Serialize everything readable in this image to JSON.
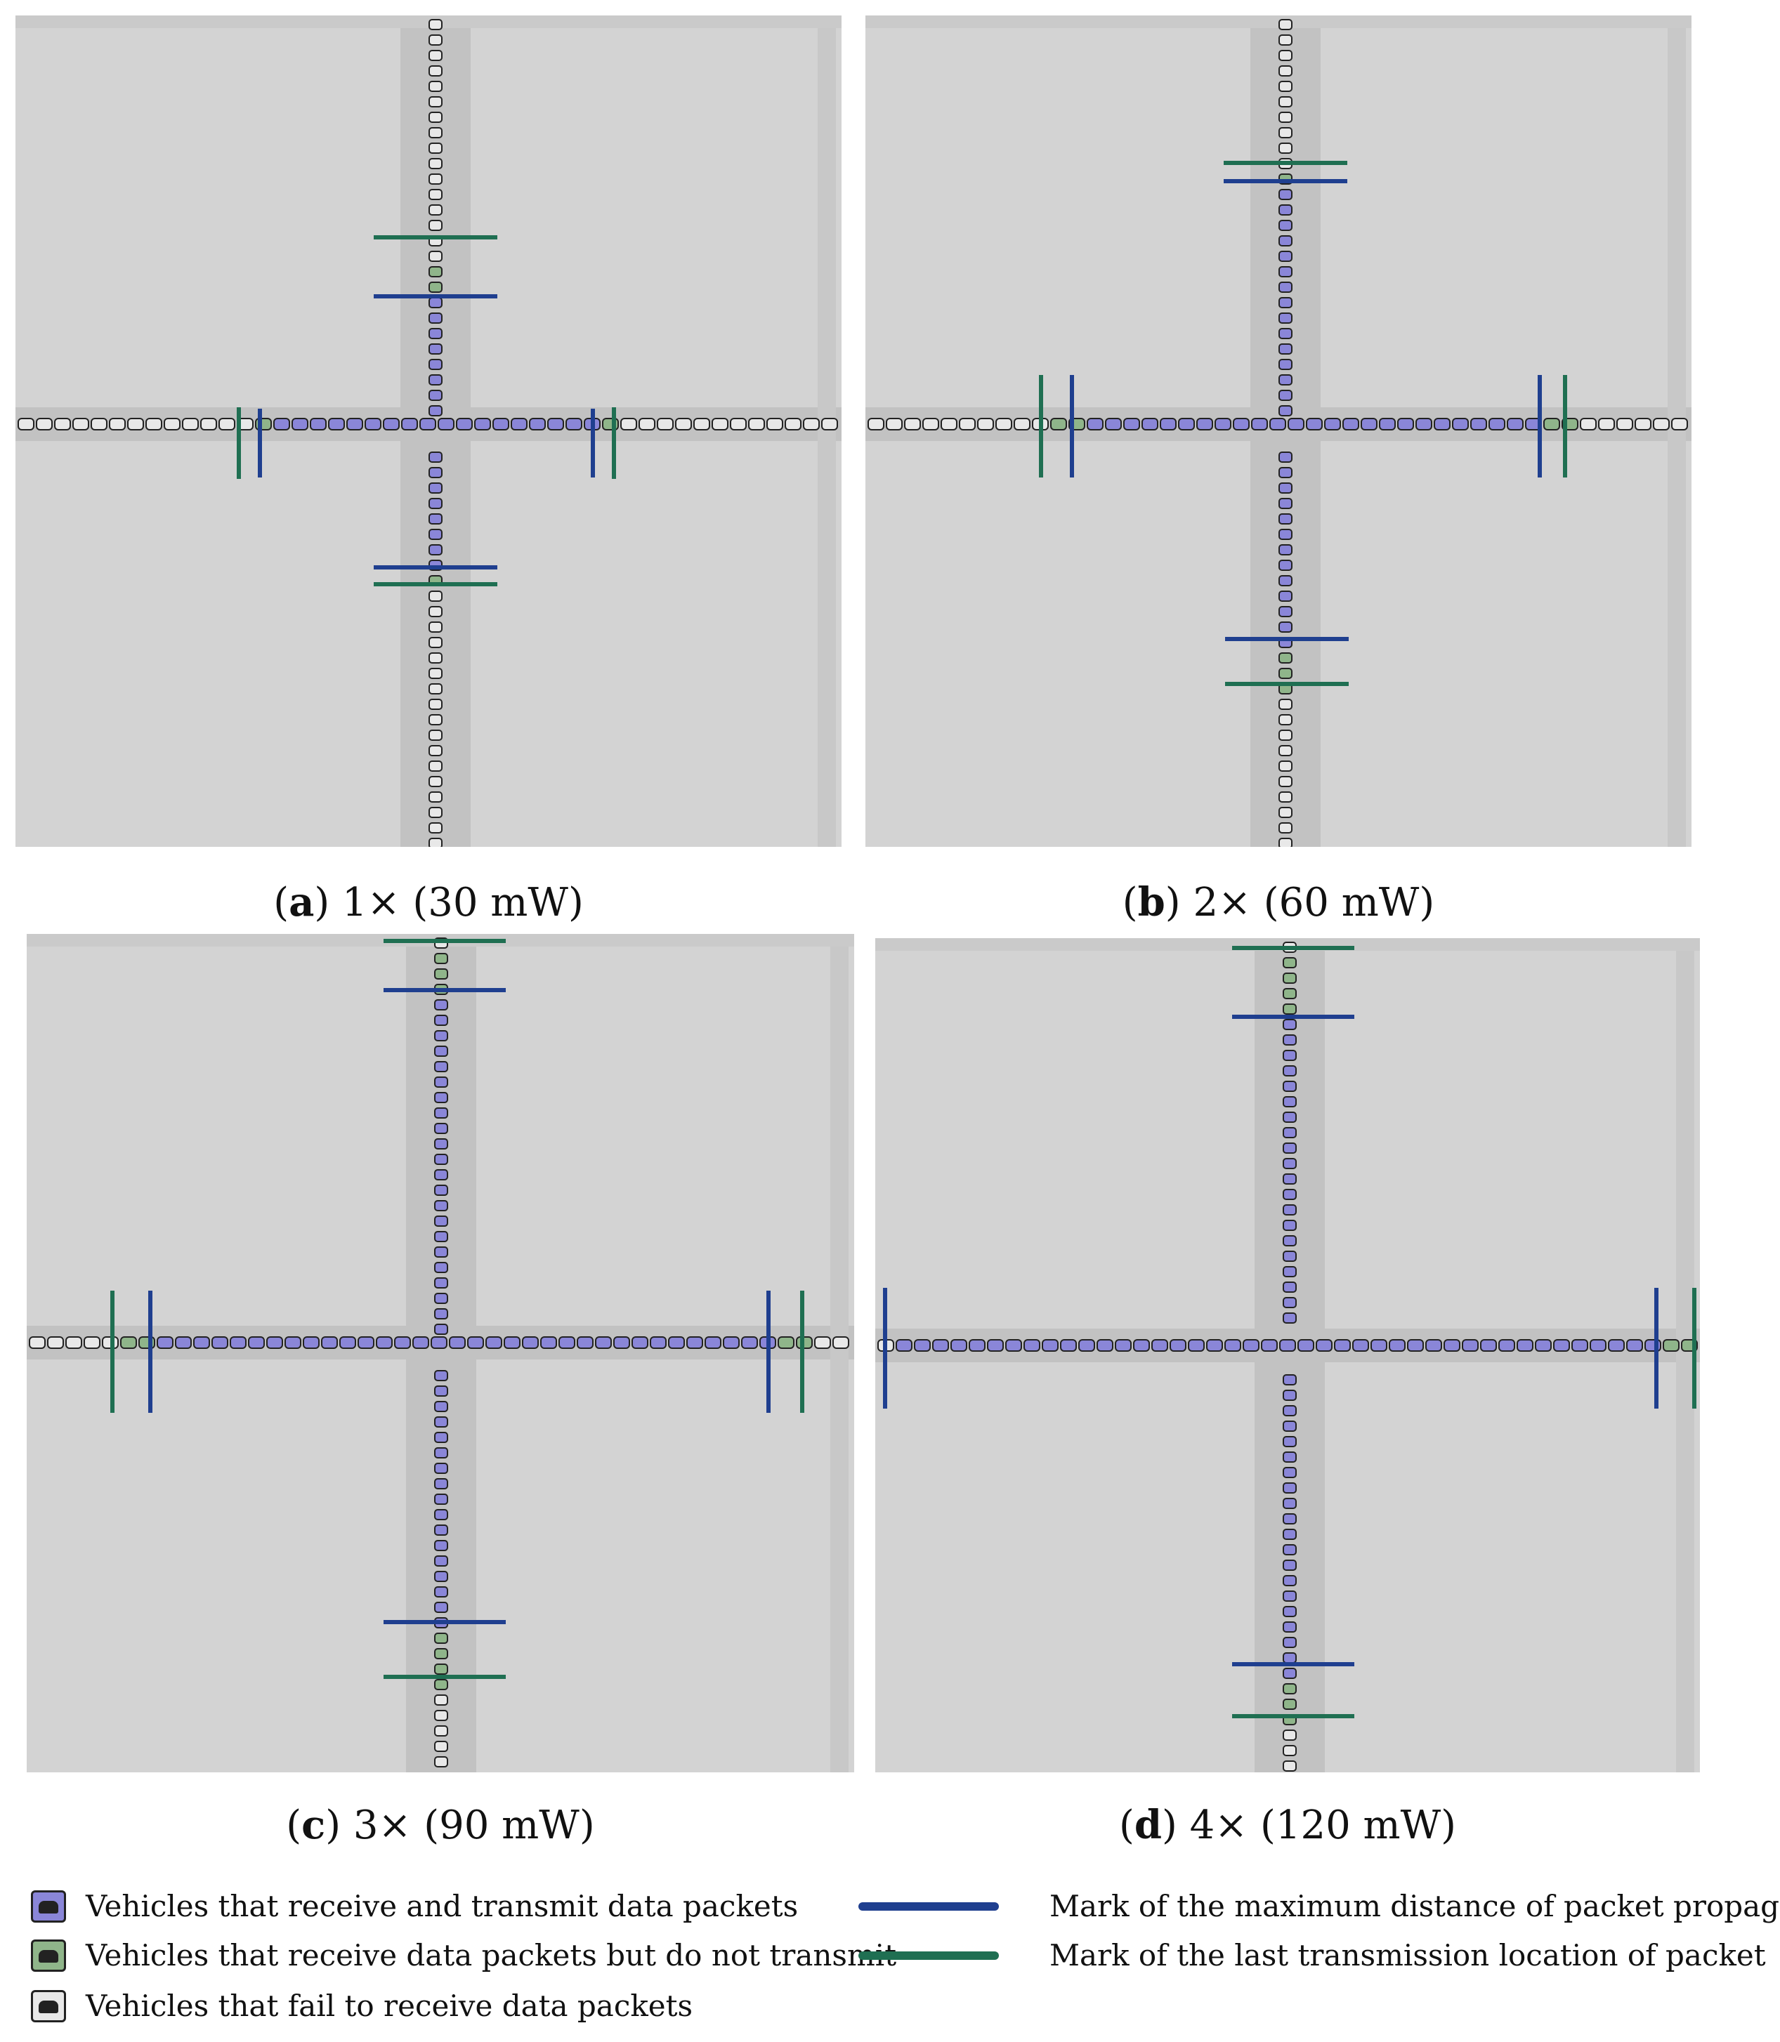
{
  "panels": [
    {
      "id": "a",
      "letter": "a",
      "label": " 1× (30 mW)"
    },
    {
      "id": "b",
      "letter": "b",
      "label": " 2× (60 mW)"
    },
    {
      "id": "c",
      "letter": "c",
      "label": " 3× (90 mW)"
    },
    {
      "id": "d",
      "letter": "d",
      "label": " 4× (120 mW)"
    }
  ],
  "legend": {
    "transmit": "Vehicles that receive and transmit data packets",
    "receive_only": "Vehicles that receive data packets but do not transmit",
    "fail": "Vehicles that fail to receive data packets",
    "max_distance": "Mark of the maximum distance of packet propagation",
    "last_location": "Mark of the last transmission location of packet"
  },
  "colors": {
    "transmit": "#8a86d8",
    "receive_only": "#8fb58a",
    "fail": "#e8e8e8",
    "max_distance_line": "#1f3f8f",
    "last_location_line": "#1f6f52",
    "background": "#d3d3d3"
  }
}
